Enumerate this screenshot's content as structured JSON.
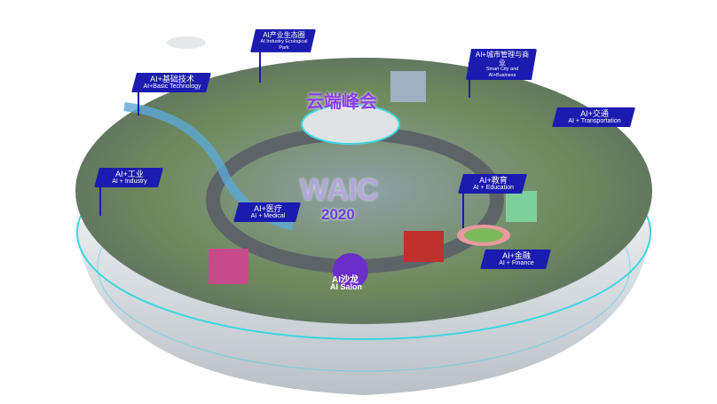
{
  "event": {
    "name": "WAIC",
    "year": "2020",
    "summit": "云端峰会",
    "salon_cn": "AI沙龙",
    "salon_en": "AI Salon"
  },
  "zones": [
    {
      "cn": "AI产业生态圈",
      "en": "AI Industry Ecological Park"
    },
    {
      "cn": "AI+基础技术",
      "en": "AI+Basic Technology"
    },
    {
      "cn": "AI+城市管理与商业",
      "en": "Smart City and AI+Business"
    },
    {
      "cn": "AI+交通",
      "en": "AI + Transportation"
    },
    {
      "cn": "AI+工业",
      "en": "AI + Industry"
    },
    {
      "cn": "AI+医疗",
      "en": "AI + Medical"
    },
    {
      "cn": "AI+教育",
      "en": "AI + Education"
    },
    {
      "cn": "AI+金融",
      "en": "AI + Finance"
    }
  ],
  "colors": {
    "label": "#1b1bb0",
    "accent": "#8a3ff0",
    "rim": "#3fd6e0"
  }
}
